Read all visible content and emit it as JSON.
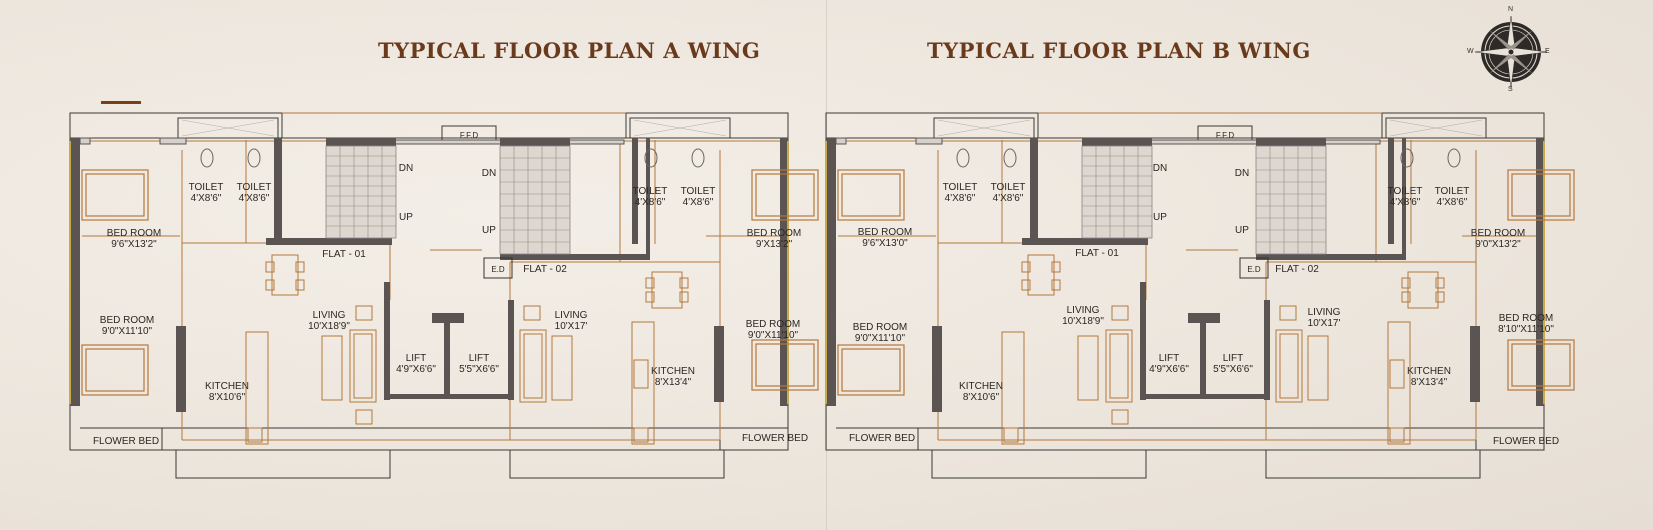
{
  "titles": {
    "wing_a": "TYPICAL FLOOR PLAN A WING",
    "wing_b": "TYPICAL FLOOR PLAN B WING"
  },
  "compass": {
    "n": "N",
    "e": "E",
    "s": "S",
    "w": "W"
  },
  "colors": {
    "title": "#6a3a1c",
    "accent": "#b4783c",
    "wall": "#5a5553",
    "window": "#c9a94a"
  },
  "wing_a": {
    "bed1": {
      "name": "BED ROOM",
      "dim": "9'6\"X13'2\""
    },
    "bed2": {
      "name": "BED ROOM",
      "dim": "9'0\"X11'10\""
    },
    "toilet1": {
      "name": "TOILET",
      "dim": "4'X8'6\""
    },
    "toilet2": {
      "name": "TOILET",
      "dim": "4'X8'6\""
    },
    "flat1": "FLAT - 01",
    "flat2": "FLAT - 02",
    "living1": {
      "name": "LIVING",
      "dim": "10'X18'9\""
    },
    "kitchen1": {
      "name": "KITCHEN",
      "dim": "8'X10'6\""
    },
    "lift1": {
      "name": "LIFT",
      "dim": "4'9\"X6'6\""
    },
    "lift2": {
      "name": "LIFT",
      "dim": "5'5\"X6'6\""
    },
    "living2": {
      "name": "LIVING",
      "dim": "10'X17'"
    },
    "kitchen2": {
      "name": "KITCHEN",
      "dim": "8'X13'4\""
    },
    "toilet3": {
      "name": "TOILET",
      "dim": "4'X8'6\""
    },
    "toilet4": {
      "name": "TOILET",
      "dim": "4'X8'6\""
    },
    "bed3": {
      "name": "BED ROOM",
      "dim": "9'X13'2\""
    },
    "bed4": {
      "name": "BED ROOM",
      "dim": "9'0\"X11'10\""
    },
    "flower1": "FLOWER BED",
    "flower2": "FLOWER BED",
    "dn1": "DN",
    "up1": "UP",
    "dn2": "DN",
    "up2": "UP",
    "ffd": "F.F.D",
    "ed": "E.D"
  },
  "wing_b": {
    "bed1": {
      "name": "BED ROOM",
      "dim": "9'6\"X13'0\""
    },
    "bed2": {
      "name": "BED ROOM",
      "dim": "9'0\"X11'10\""
    },
    "toilet1": {
      "name": "TOILET",
      "dim": "4'X8'6\""
    },
    "toilet2": {
      "name": "TOILET",
      "dim": "4'X8'6\""
    },
    "flat1": "FLAT - 01",
    "flat2": "FLAT - 02",
    "living1": {
      "name": "LIVING",
      "dim": "10'X18'9\""
    },
    "kitchen1": {
      "name": "KITCHEN",
      "dim": "8'X10'6\""
    },
    "lift1": {
      "name": "LIFT",
      "dim": "4'9\"X6'6\""
    },
    "lift2": {
      "name": "LIFT",
      "dim": "5'5\"X6'6\""
    },
    "living2": {
      "name": "LIVING",
      "dim": "10'X17'"
    },
    "kitchen2": {
      "name": "KITCHEN",
      "dim": "8'X13'4\""
    },
    "toilet3": {
      "name": "TOILET",
      "dim": "4'X8'6\""
    },
    "toilet4": {
      "name": "TOILET",
      "dim": "4'X8'6\""
    },
    "bed3": {
      "name": "BED ROOM",
      "dim": "9'0\"X13'2\""
    },
    "bed4": {
      "name": "BED ROOM",
      "dim": "8'10\"X11'10\""
    },
    "flower1": "FLOWER BED",
    "flower2": "FLOWER BED",
    "dn1": "DN",
    "up1": "UP",
    "dn2": "DN",
    "up2": "UP",
    "ffd": "F.F.D",
    "ed": "E.D"
  }
}
